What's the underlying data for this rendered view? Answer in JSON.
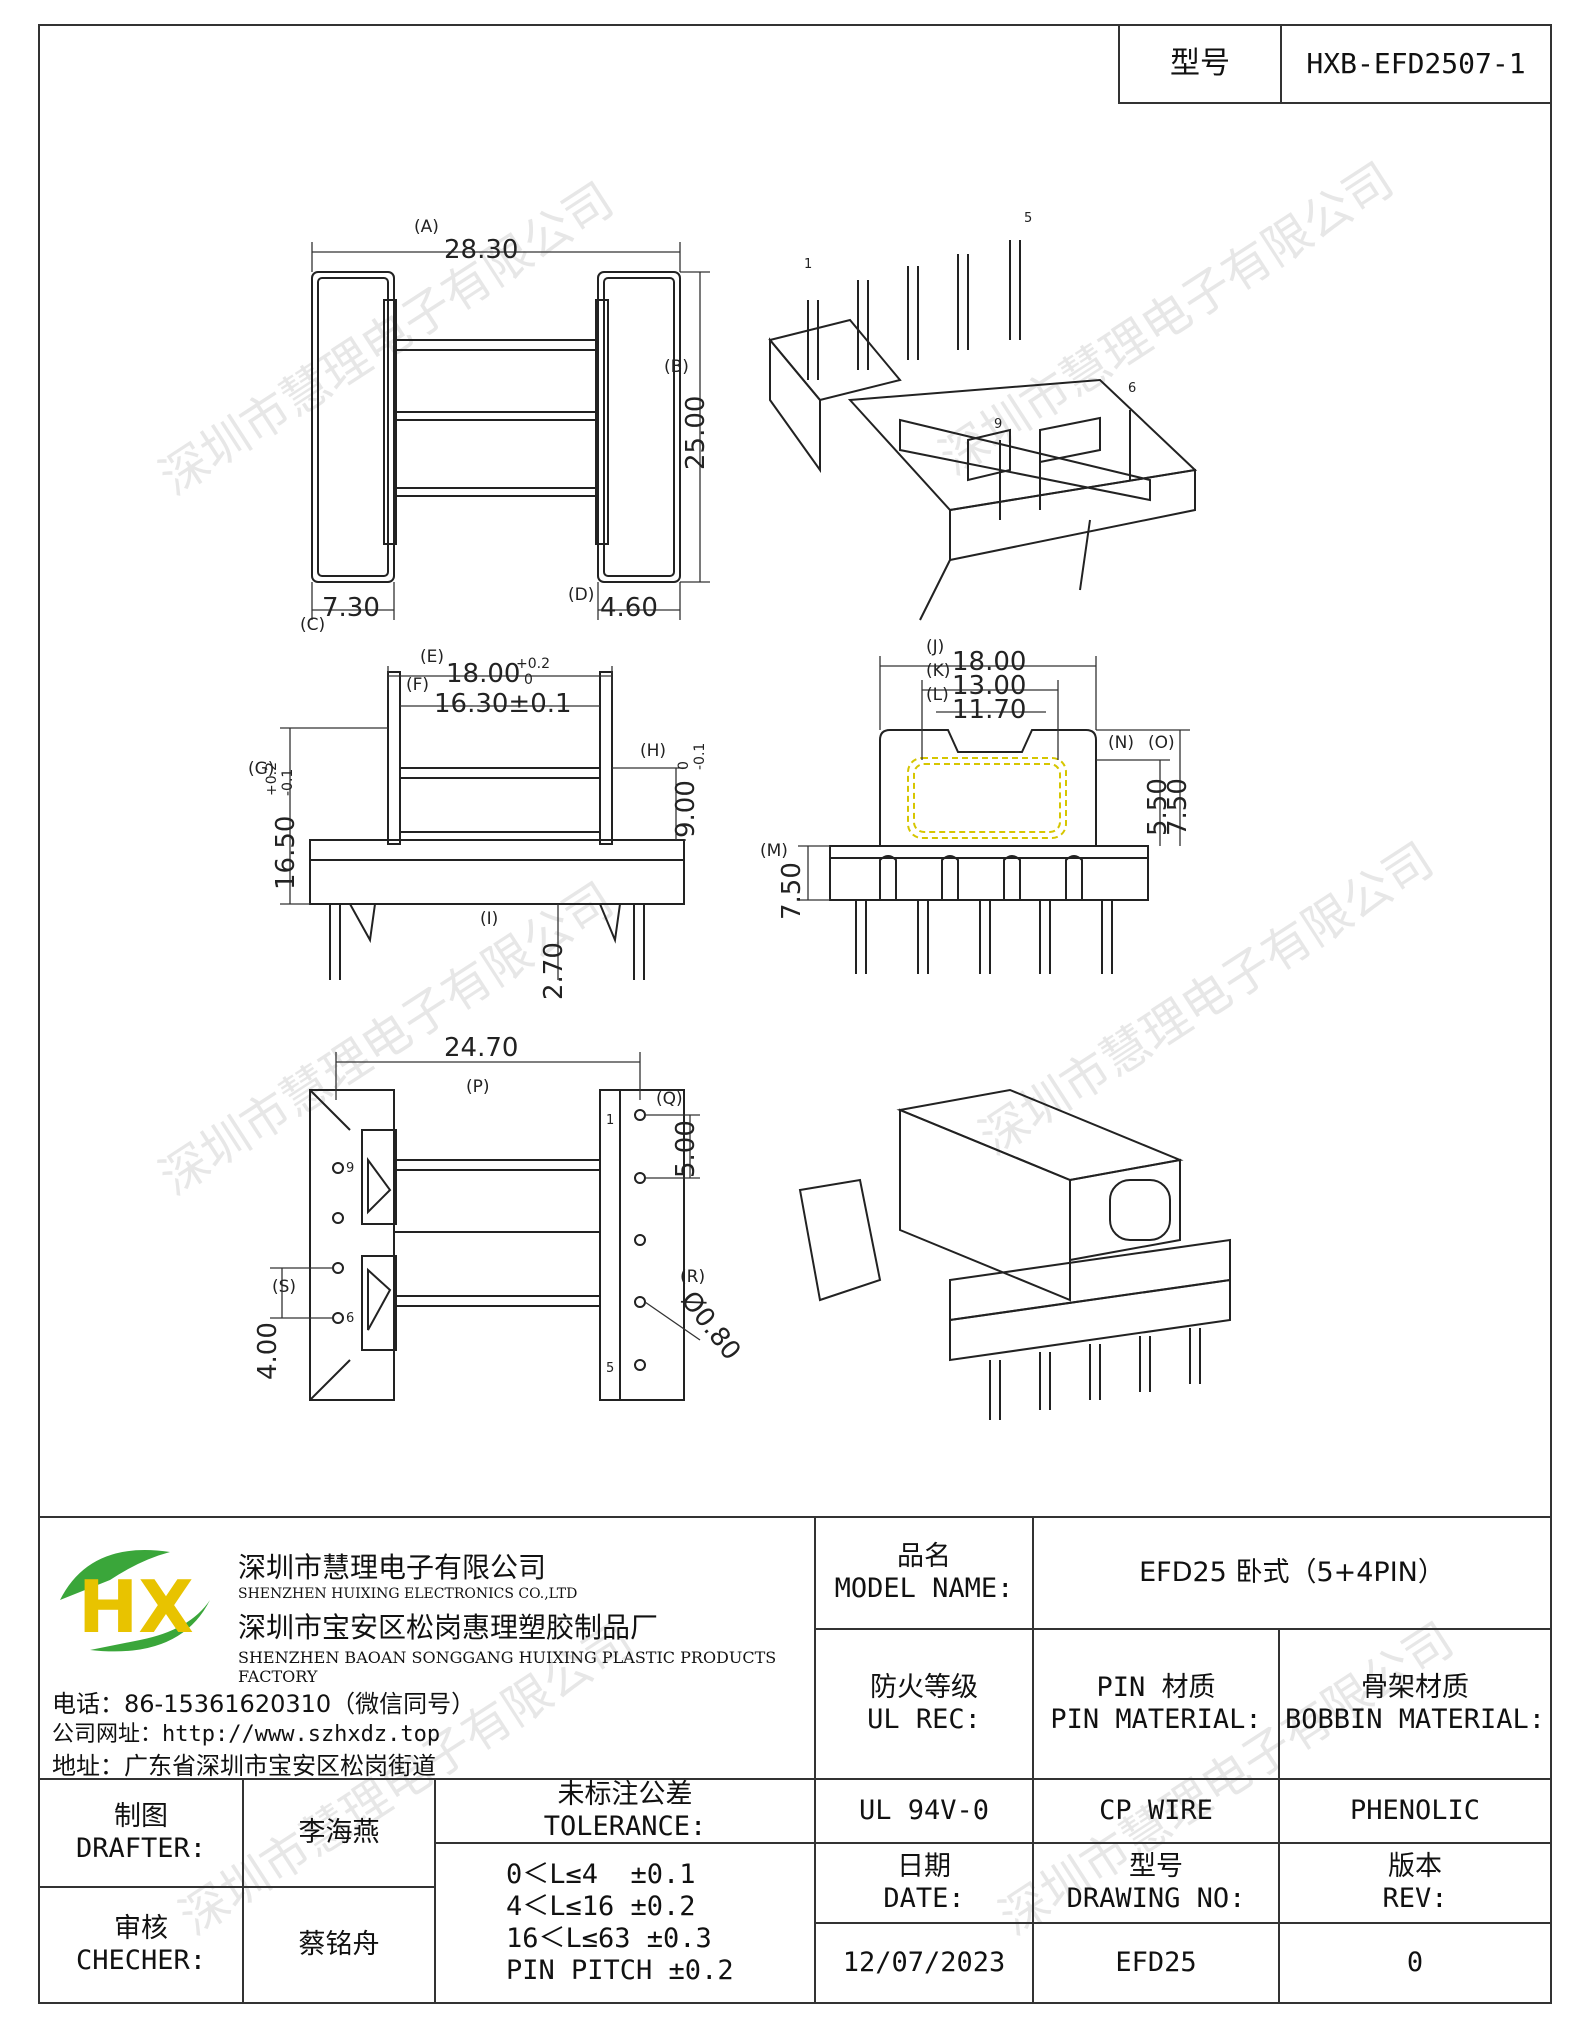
{
  "title_block": {
    "type_label": "型号",
    "type_value": "HXB-EFD2507-1"
  },
  "watermark": "深圳市慧理电子有限公司",
  "dimensions": {
    "A": "(A)",
    "A_val": "28.30",
    "B": "(B)",
    "B_val": "25.00",
    "C": "(C)",
    "C_val": "7.30",
    "D": "(D)",
    "D_val": "4.60",
    "E": "(E)",
    "E_val": "18.00",
    "E_tol_up": "+0.2",
    "E_tol_dn": "0",
    "F": "(F)",
    "F_val": "16.30±0.1",
    "G": "(G)",
    "G_val": "16.50",
    "G_tol_up": "+0.2",
    "G_tol_dn": "-0.1",
    "H": "(H)",
    "H_val": "9.00",
    "H_tol_up": "0",
    "H_tol_dn": "-0.1",
    "I": "(I)",
    "I_val": "2.70",
    "J": "(J)",
    "J_val": "18.00",
    "K": "(K)",
    "K_val": "13.00",
    "L": "(L)",
    "L_val": "11.70",
    "M": "(M)",
    "M_val": "7.50",
    "N": "(N)",
    "N_val": "5.50",
    "O": "(O)",
    "O_val": "7.50",
    "P": "(P)",
    "P_val": "24.70",
    "Q": "(Q)",
    "Q_val": "5.00",
    "R": "(R)",
    "R_val": "Ø0.80",
    "S": "(S)",
    "S_val": "4.00"
  },
  "pins": {
    "p1": "1",
    "p5": "5",
    "p6": "6",
    "p9": "9"
  },
  "company": {
    "logo_text": "HX",
    "name_cn": "深圳市慧理电子有限公司",
    "name_en": "SHENZHEN HUIXING ELECTRONICS CO.,LTD",
    "factory_cn": "深圳市宝安区松岗惠理塑胶制品厂",
    "factory_en": "SHENZHEN BAOAN SONGGANG HUIXING PLASTIC PRODUCTS FACTORY",
    "phone": "电话：86-15361620310（微信同号）",
    "website": "公司网址：http://www.szhxdz.top",
    "address": "地址：广东省深圳市宝安区松岗街道",
    "colors": {
      "green": "#3aa63a",
      "yellow": "#e8c300"
    }
  },
  "table": {
    "model_name_cn": "品名",
    "model_name_en": "MODEL NAME:",
    "model_value": "EFD25 卧式（5+4PIN）",
    "ul_cn": "防火等级",
    "ul_en": "UL REC:",
    "pin_mat_cn": "PIN 材质",
    "pin_mat_en": "PIN MATERIAL:",
    "bobbin_cn": "骨架材质",
    "bobbin_en": "BOBBIN MATERIAL:",
    "ul_value": "UL 94V-0",
    "pin_value": "CP WIRE",
    "bobbin_value": "PHENOLIC",
    "drafter_cn": "制图",
    "drafter_en": "DRAFTER:",
    "drafter_name": "李海燕",
    "checker_cn": "审核",
    "checker_en": "CHECHER:",
    "checker_name": "蔡铭舟",
    "tol_cn": "未标注公差",
    "tol_en": "TOLERANCE:",
    "tol_lines": [
      "0＜L≤4  ±0.1",
      "4＜L≤16 ±0.2",
      "16＜L≤63 ±0.3",
      "PIN PITCH ±0.2"
    ],
    "date_cn": "日期",
    "date_en": "DATE:",
    "dwg_cn": "型号",
    "dwg_en": "DRAWING NO:",
    "rev_cn": "版本",
    "rev_en": "REV:",
    "date_value": "12/07/2023",
    "dwg_value": "EFD25",
    "rev_value": "0"
  }
}
